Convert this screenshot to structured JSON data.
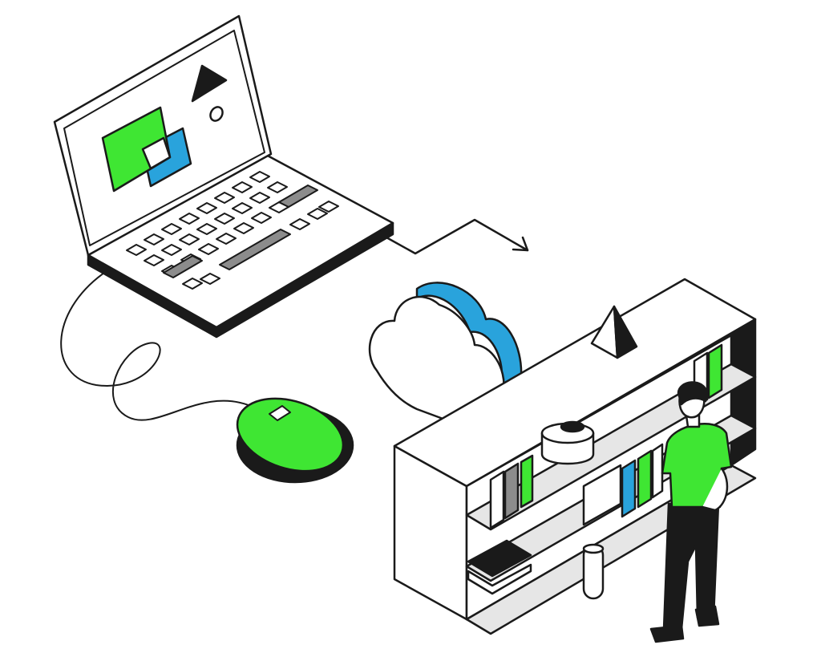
{
  "colors": {
    "ink": "#1a1a1a",
    "green": "#3fe633",
    "blue": "#29a3dc",
    "grey": "#8c8c8c",
    "light_grey": "#e6e6e6",
    "white": "#ffffff"
  },
  "objects": [
    {
      "name": "laptop",
      "icon": "laptop-icon"
    },
    {
      "name": "mouse",
      "icon": "mouse-icon"
    },
    {
      "name": "cloud",
      "icon": "cloud-icon"
    },
    {
      "name": "bookshelf",
      "icon": "bookshelf-icon"
    },
    {
      "name": "person",
      "icon": "person-icon"
    }
  ]
}
